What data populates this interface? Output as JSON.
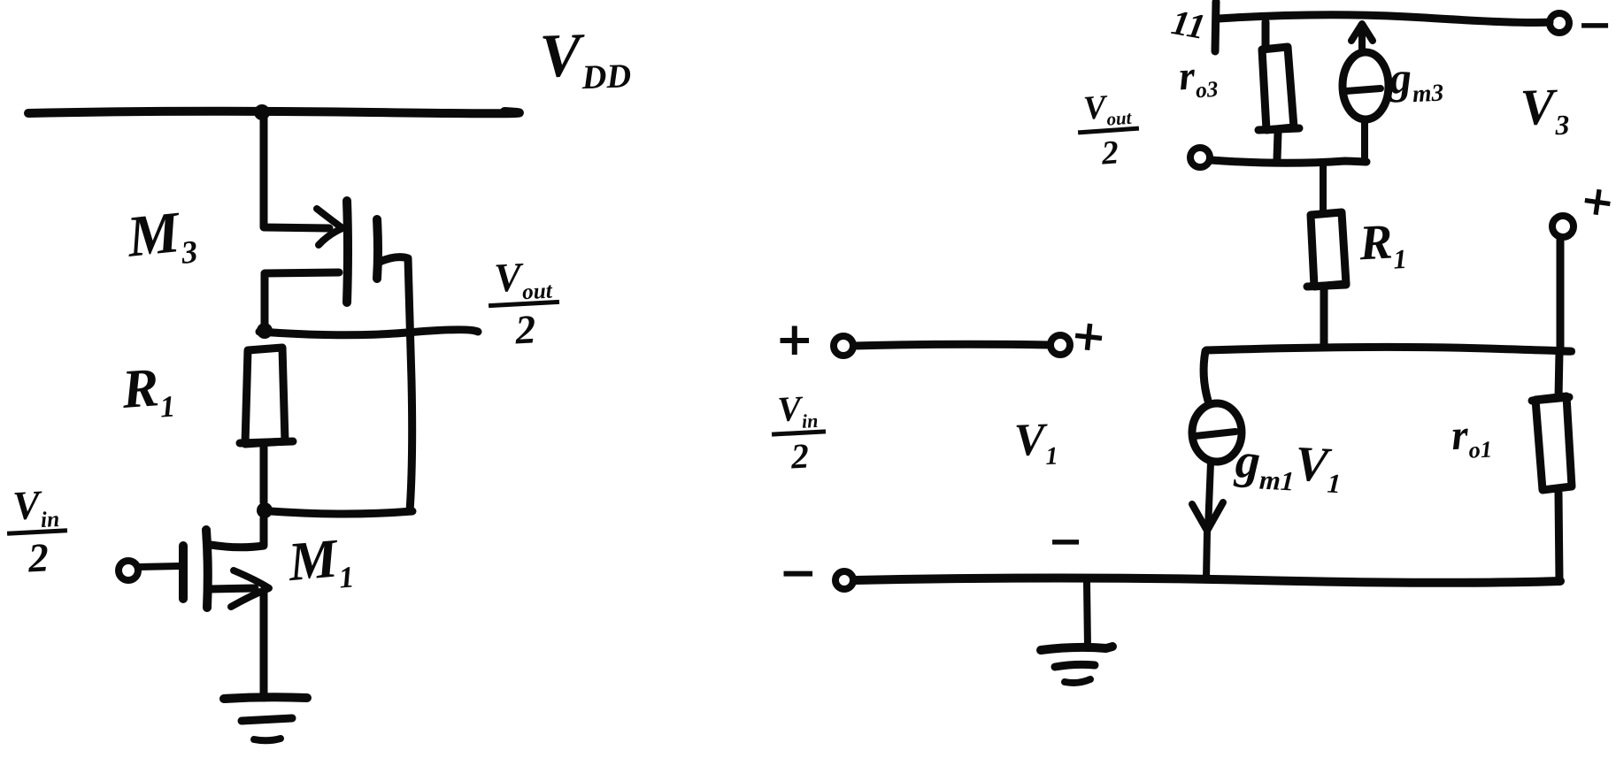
{
  "figure_title": "Hand-drawn amplifier circuit and small-signal model",
  "ink_color": "#0a0a0a",
  "left_circuit": {
    "supply_label": {
      "base": "V",
      "sub": "DD"
    },
    "m3_label": {
      "base": "M",
      "sub": "3"
    },
    "r1_label": {
      "base": "R",
      "sub": "1"
    },
    "vout_label": {
      "num_base": "V",
      "num_sub": "out",
      "den": "2"
    },
    "vin_label": {
      "num_base": "V",
      "num_sub": "in",
      "den": "2"
    },
    "m1_label": {
      "base": "M",
      "sub": "1"
    }
  },
  "right_circuit": {
    "tick_text": "11",
    "ro3_label": {
      "base": "r",
      "sub": "o3"
    },
    "gm3_label": {
      "base": "g",
      "sub": "m3"
    },
    "v3_label": {
      "base": "V",
      "sub": "3"
    },
    "v3_minus": "−",
    "v3_plus": "+",
    "vout_label": {
      "num_base": "V",
      "num_sub": "out",
      "den": "2"
    },
    "r1_label": {
      "base": "R",
      "sub": "1"
    },
    "input_plus_outer": "+",
    "input_plus_inner": "+",
    "input_minus_outer": "−",
    "vin_label": {
      "num_base": "V",
      "num_sub": "in",
      "den": "2"
    },
    "v1_label": {
      "base": "V",
      "sub": "1"
    },
    "v1_minus": "−",
    "gm1v1_label": {
      "base": "g",
      "sub": "m1",
      "base2": "V",
      "sub2": "1"
    },
    "ro1_label": {
      "base": "r",
      "sub": "o1"
    }
  }
}
